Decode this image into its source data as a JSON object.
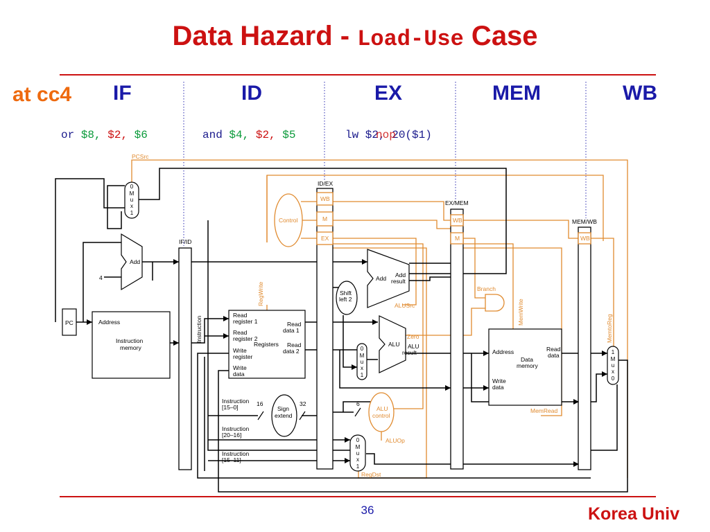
{
  "title": {
    "main": "Data Hazard - ",
    "code": "Load-Use",
    "tail": " Case"
  },
  "cycle_label": "at cc4",
  "stages": [
    "IF",
    "ID",
    "EX",
    "MEM",
    "WB"
  ],
  "instructions": {
    "if": {
      "op": "or",
      "a": "$8,",
      "b": "$2,",
      "c": "$6"
    },
    "id": {
      "op": "and",
      "a": "$4,",
      "b": "$2,",
      "c": "$5"
    },
    "ex": {
      "text": "lw $2, 20($1)",
      "overlay": "nop"
    }
  },
  "pipeline_regs": [
    "IF/ID",
    "ID/EX",
    "EX/MEM",
    "MEM/WB"
  ],
  "diagram_labels": {
    "pcsrc": "PCSrc",
    "pc": "PC",
    "add": "Add",
    "four": "4",
    "address": "Address",
    "instr_mem": [
      "Instruction",
      "memory"
    ],
    "instruction": "Instruction",
    "read_reg1": [
      "Read",
      "register 1"
    ],
    "read_reg2": [
      "Read",
      "register 2"
    ],
    "write_reg": [
      "Write",
      "register"
    ],
    "write_data": [
      "Write",
      "data"
    ],
    "registers": "Registers",
    "read_data1": [
      "Read",
      "data 1"
    ],
    "read_data2": [
      "Read",
      "data 2"
    ],
    "control": "Control",
    "wb": "WB",
    "m": "M",
    "ex": "EX",
    "shift": [
      "Shift",
      "left 2"
    ],
    "add_result": [
      "Add",
      "result"
    ],
    "alusrc": "ALUSrc",
    "alu": "ALU",
    "alu_result": [
      "ALU",
      "result"
    ],
    "zero": "Zero",
    "branch": "Branch",
    "memwrite": "MemWrite",
    "memread": "MemRead",
    "memtoreg": "MemtoReg",
    "regwrite": "RegWrite",
    "data_mem": [
      "Data",
      "memory"
    ],
    "read_data": [
      "Read",
      "data"
    ],
    "sign_extend": [
      "Sign",
      "extend"
    ],
    "sixteen": "16",
    "thirtytwo": "32",
    "six": "6",
    "instr_15_0": [
      "Instruction",
      "[15–0]"
    ],
    "instr_20_16": [
      "Instruction",
      "[20–16]"
    ],
    "instr_15_11": [
      "Instruction",
      "[15–11]"
    ],
    "alu_control": [
      "ALU",
      "control"
    ],
    "aluop": "ALUOp",
    "regdst": "RegDst",
    "mux_01": [
      "0",
      "M",
      "u",
      "x",
      "1"
    ],
    "mux_10": [
      "1",
      "M",
      "u",
      "x",
      "0"
    ]
  },
  "page_number": "36",
  "footer": "Korea Univ"
}
